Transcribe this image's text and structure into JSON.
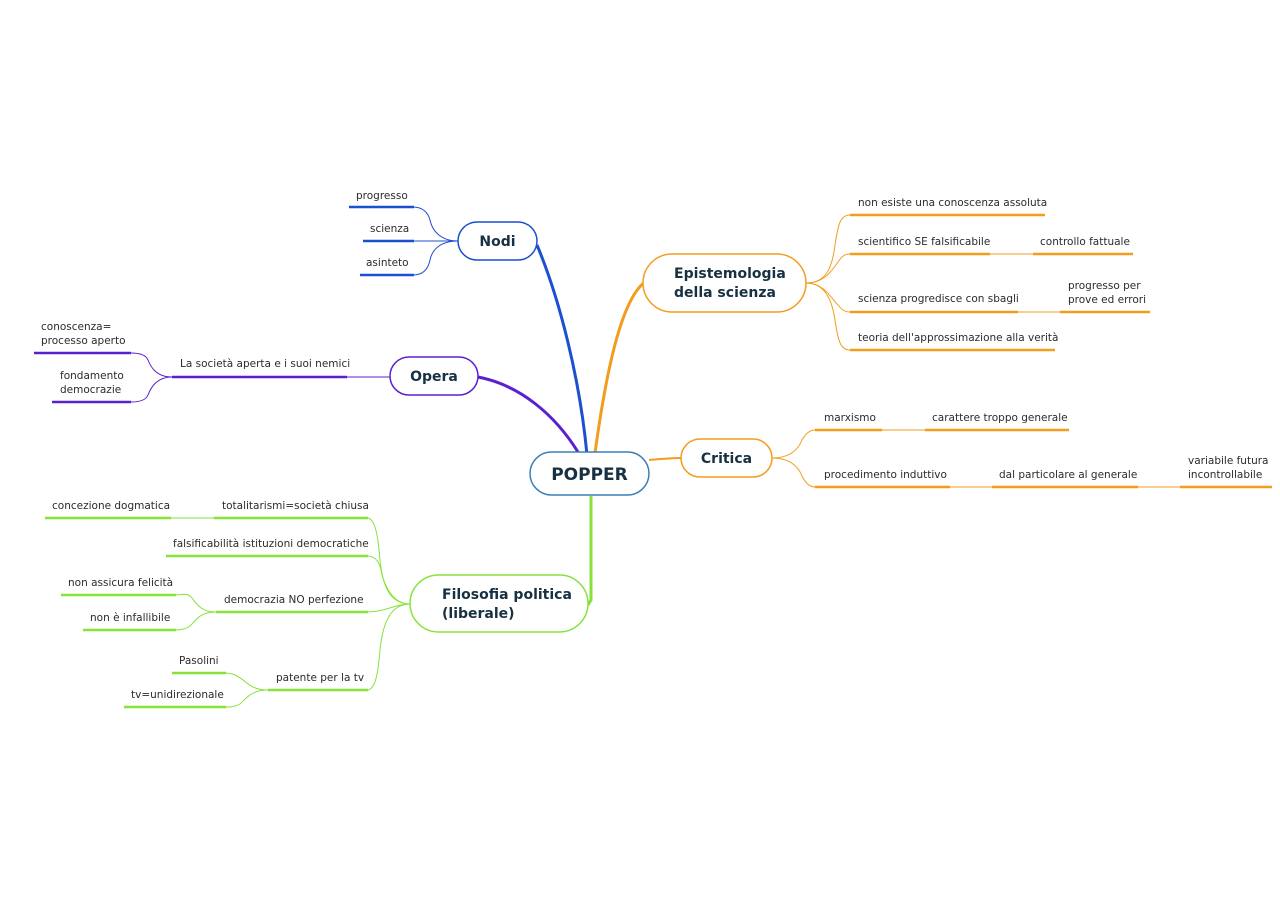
{
  "colors": {
    "root": "#3a7fb8",
    "nodi": "#1d4fd1",
    "opera": "#5a20d0",
    "epistemologia": "#f29d1e",
    "critica": "#f29d1e",
    "filosofia": "#86e23b"
  },
  "root": {
    "label": "POPPER"
  },
  "nodi": {
    "label": "Nodi",
    "items": [
      "progresso",
      "scienza",
      "asinteto"
    ]
  },
  "opera": {
    "label": "Opera",
    "title": "La società aperta e i suoi nemici",
    "items": [
      [
        "conoscenza=",
        "processo aperto"
      ],
      [
        "fondamento",
        "democrazie"
      ]
    ]
  },
  "epistemologia": {
    "label": [
      "Epistemologia",
      "della scienza"
    ],
    "items": [
      {
        "text": "non esiste una conoscenza assoluta"
      },
      {
        "text": "scientifico SE falsificabile",
        "child": "controllo fattuale"
      },
      {
        "text": "scienza progredisce con sbagli",
        "child": [
          "progresso per",
          "prove ed errori"
        ]
      },
      {
        "text": "teoria dell'approssimazione alla verità"
      }
    ]
  },
  "critica": {
    "label": "Critica",
    "items": [
      {
        "text": "marxismo",
        "child": "carattere troppo generale"
      },
      {
        "text": "procedimento induttivo",
        "child": "dal particolare al generale",
        "grandchild": [
          "variabile futura",
          "incontrollabile"
        ]
      }
    ]
  },
  "filosofia": {
    "label": [
      "Filosofia politica",
      "(liberale)"
    ],
    "items": [
      {
        "text": "totalitarismi=società chiusa",
        "children": [
          "concezione dogmatica"
        ]
      },
      {
        "text": "falsificabilità istituzioni democratiche",
        "children": []
      },
      {
        "text": "democrazia NO perfezione",
        "children": [
          "non assicura felicità",
          "non è infallibile"
        ]
      },
      {
        "text": "patente per la tv",
        "children": [
          "Pasolini",
          "tv=unidirezionale"
        ]
      }
    ]
  }
}
